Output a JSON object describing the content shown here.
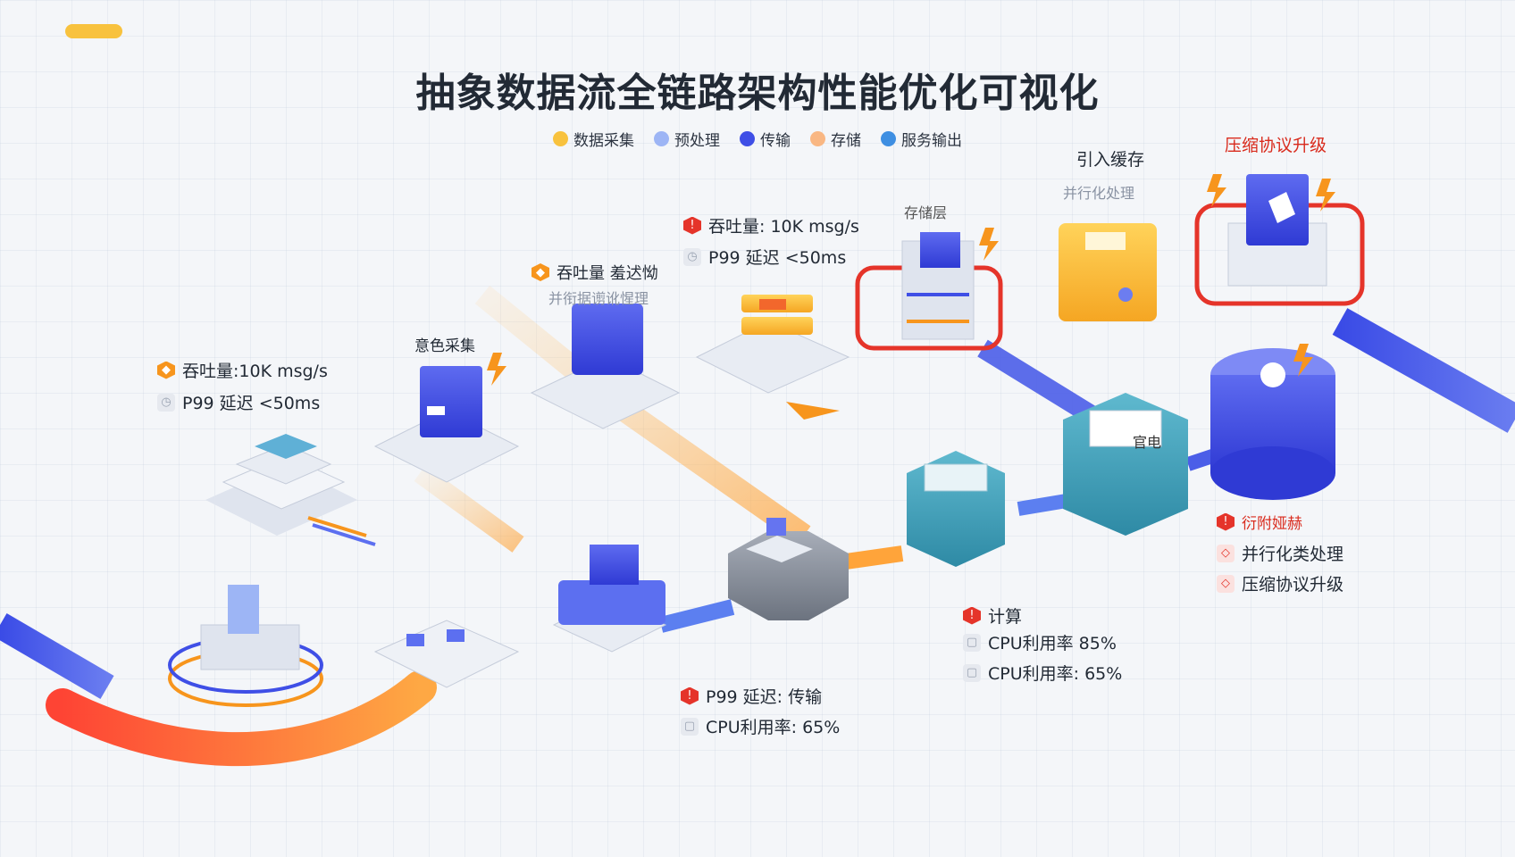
{
  "title": "抽象数据流全链路架构性能优化可视化",
  "legend": [
    {
      "label": "数据采集",
      "color": "#f8c23e"
    },
    {
      "label": "预处理",
      "color": "#9db5f5"
    },
    {
      "label": "传输",
      "color": "#3f4fe6"
    },
    {
      "label": "存储",
      "color": "#f9b783"
    },
    {
      "label": "服务输出",
      "color": "#3f8fe2"
    }
  ],
  "labels": {
    "top_metric_1": "吞吐量: 10K msg/s",
    "top_metric_2": "P99 延迟 <50ms",
    "left_metric_1": "吞吐量:10K msg/s",
    "left_metric_2": "P99 延迟  <50ms",
    "collect_label": "意色采集",
    "mid_metric_1": "吞吐量 羞迖怮",
    "mid_metric_2": "并衔据谫讹惺理",
    "storage_label": "存储层",
    "cache_label": "引入缓存",
    "cache_sub": "并行化处理",
    "compress_top": "压缩协议升级",
    "compute_1": "计算",
    "compute_2": "CPU利用率 85%",
    "compute_3": "CPU利用率: 65%",
    "bottom_1": "P99 延迟: 传输",
    "bottom_2": "CPU利用率: 65%",
    "right_1": "衍附娅赫",
    "right_2": "并行化类处理",
    "right_3": "压缩协议升级",
    "hub_label": "官电"
  }
}
